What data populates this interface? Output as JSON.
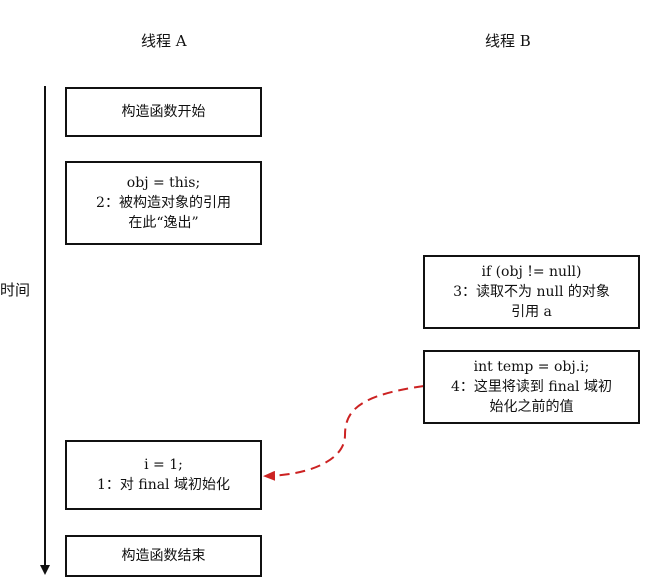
{
  "headers": {
    "thread_a": "线程 A",
    "thread_b": "线程 B"
  },
  "time_axis": {
    "label": "时间"
  },
  "thread_a_steps": [
    {
      "lines": [
        "构造函数开始"
      ]
    },
    {
      "lines": [
        "obj = this;",
        "2：被构造对象的引用",
        "在此“逸出”"
      ]
    },
    {
      "lines": [
        "i = 1;",
        "1：对 final 域初始化"
      ]
    },
    {
      "lines": [
        "构造函数结束"
      ]
    }
  ],
  "thread_b_steps": [
    {
      "lines": [
        "if (obj != null)",
        "3：读取不为 null 的对象",
        "引用 a"
      ]
    },
    {
      "lines": [
        "int temp = obj.i;",
        "4：这里将读到 final 域初",
        "始化之前的值"
      ]
    }
  ],
  "colors": {
    "stroke": "#111111",
    "reorder_arrow": "#cc2222"
  }
}
